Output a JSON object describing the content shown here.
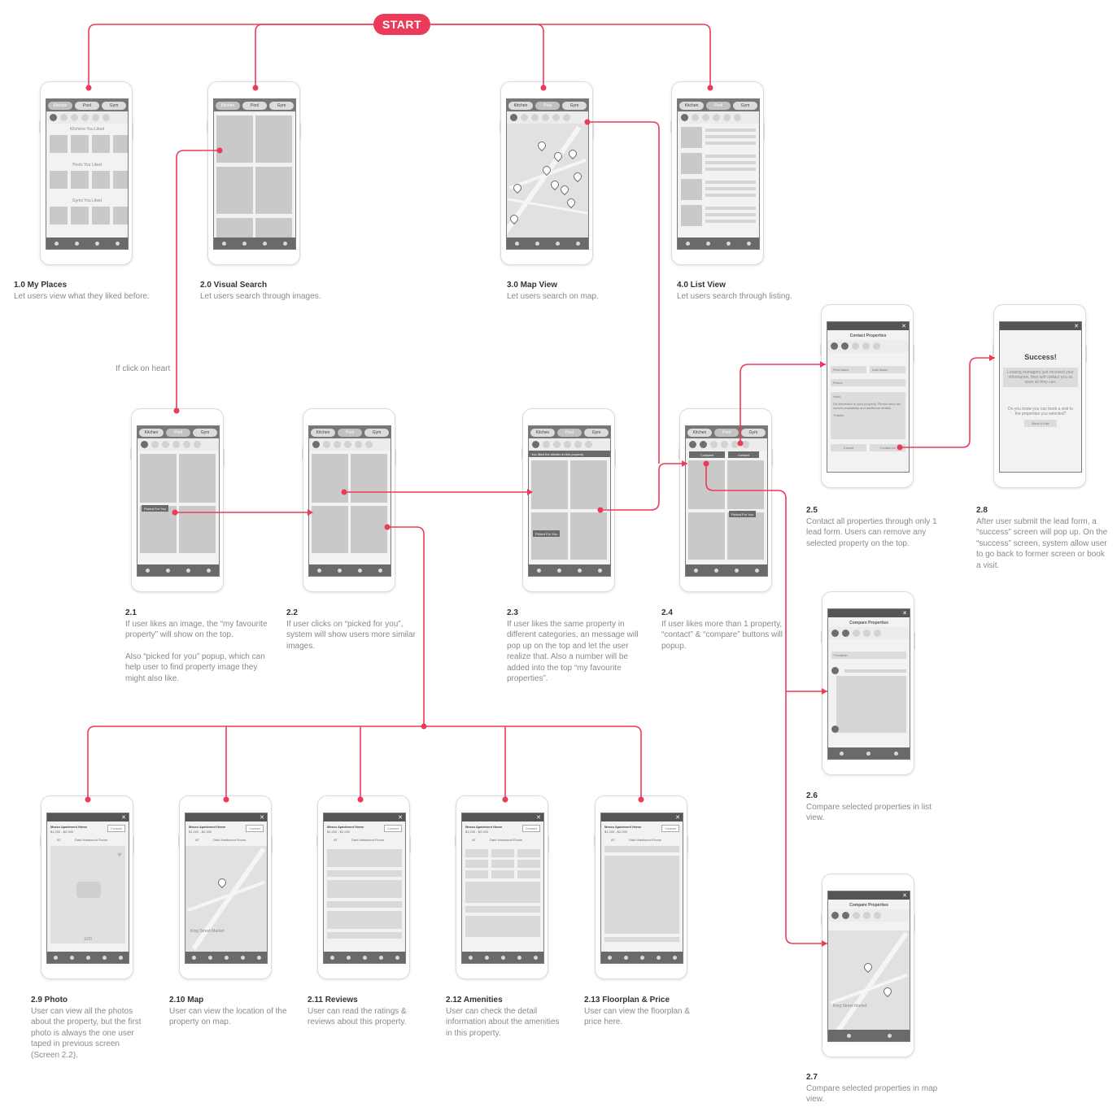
{
  "start_label": "START",
  "note_label": "If click on heart",
  "colors": {
    "accent": "#ec3a5a",
    "wire": "#7a7a7a"
  },
  "tab_labels": [
    "Kitchen",
    "Pool",
    "Gym"
  ],
  "screen_text": {
    "kitchens_liked": "Kitchens You Liked",
    "pools_liked": "Pools You Liked",
    "gyms_liked": "Gyms You Liked",
    "picked_for_you": "Picked For You",
    "liked_message": "You liked the kitchen in this property",
    "compare_btn": "Compare",
    "contact_btn": "Contact",
    "contact_title": "Contact Properties",
    "first_name": "First Name",
    "last_name": "Last Name",
    "phone": "Phone",
    "hello": "Hello,",
    "message": "I'm interested in your property. Please send me current availability and additional details.",
    "thanks": "Thanks,",
    "cancel": "Cancel",
    "contact_all": "Contact All",
    "success_title": "Success!",
    "success_msg": "Leasing managers just received your information, they will contact you as soon as they can.",
    "visit_question": "Do you know you can book a visit to the properties you selected?",
    "book_visit": "Book A Visit",
    "compare_title": "Compare Properties",
    "floorplan": "Floorplan",
    "property_name": "Mezzo Apartment Home",
    "property_price": "$1,200 - $2,000",
    "contact_small": "Contact",
    "feature_a": "AT",
    "feature_b": "Dark Hardwood Floors",
    "map_street": "King Street Market",
    "photo_count": "1/20"
  },
  "captions": {
    "s1_0": {
      "title": "1.0  My Places",
      "desc": "Let users view what they liked before."
    },
    "s2_0": {
      "title": "2.0  Visual Search",
      "desc": "Let users search through images."
    },
    "s3_0": {
      "title": "3.0  Map View",
      "desc": "Let users search on map."
    },
    "s4_0": {
      "title": "4.0  List View",
      "desc": "Let users search through listing."
    },
    "s2_1": {
      "title": "2.1",
      "desc": "If user likes an image, the “my favourite property” will show on the top.",
      "desc2": "Also “picked for you” popup, which can help user to find property image they might also like."
    },
    "s2_2": {
      "title": "2.2",
      "desc": "If user clicks on “picked for you”, system will show users more similar images."
    },
    "s2_3": {
      "title": "2.3",
      "desc": "If user likes the same property in different categories, an message will pop up on the top and let the user realize that. Also a number will be added into the top “my favourite properties”."
    },
    "s2_4": {
      "title": "2.4",
      "desc": "If user likes more than 1 property, “contact” & “compare” buttons will popup."
    },
    "s2_5": {
      "title": "2.5",
      "desc": "Contact all properties through only 1 lead form. Users can remove any selected property on the top."
    },
    "s2_8": {
      "title": "2.8",
      "desc": "After user submit the lead form, a “success” screen will pop up. On the “success” screen, system allow user to go back to former screen or book a visit."
    },
    "s2_6": {
      "title": "2.6",
      "desc": "Compare selected properties in list view."
    },
    "s2_7": {
      "title": "2.7",
      "desc": "Compare selected properties in map view."
    },
    "s2_9": {
      "title": "2.9  Photo",
      "desc": "User can view all the photos about the property, but the first photo is always the one user taped in previous screen (Screen 2.2)."
    },
    "s2_10": {
      "title": "2.10  Map",
      "desc": "User can view the location of the property on map."
    },
    "s2_11": {
      "title": "2.11  Reviews",
      "desc": "User can read the ratings & reviews about this property."
    },
    "s2_12": {
      "title": "2.12  Amenities",
      "desc": "User can check the detail information about the amenities in this property."
    },
    "s2_13": {
      "title": "2.13  Floorplan & Price",
      "desc": "User can view the floorplan & price here."
    }
  }
}
